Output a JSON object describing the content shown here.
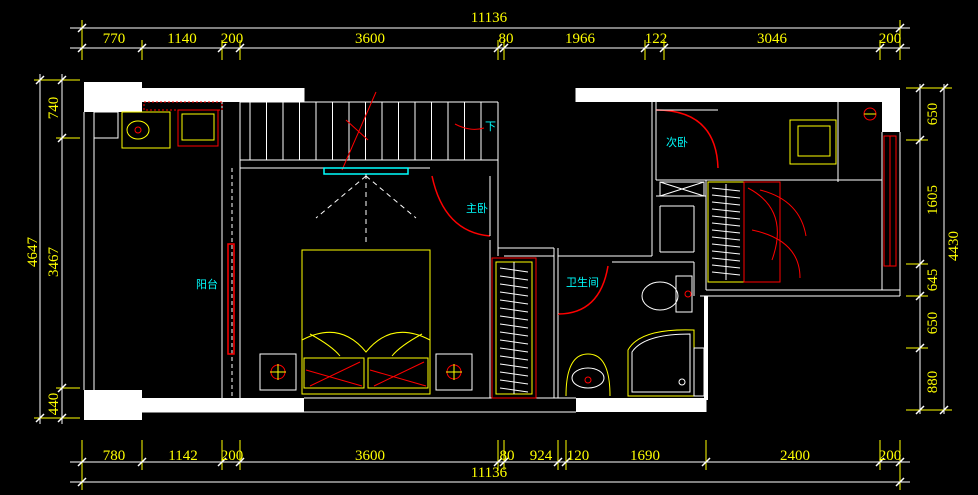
{
  "drawing": {
    "top_dims": {
      "total": "11136",
      "segments": [
        "770",
        "1140",
        "200",
        "3600",
        "80",
        "1966",
        "122",
        "3046",
        "200"
      ]
    },
    "bottom_dims": {
      "total": "11136",
      "segments": [
        "780",
        "1142",
        "200",
        "3600",
        "80",
        "924",
        "120",
        "1690",
        "2400",
        "200"
      ]
    },
    "left_dims": {
      "total": "4647",
      "segments": [
        "740",
        "3467",
        "440"
      ]
    },
    "right_dims": {
      "total": "4430",
      "segments": [
        "650",
        "1605",
        "645",
        "650",
        "880"
      ]
    },
    "rooms": {
      "balcony": "阳台",
      "master_bedroom": "主卧",
      "second_bedroom": "次卧",
      "bathroom": "卫生间",
      "stair_down": "下"
    },
    "colors": {
      "background": "#000000",
      "wall": "#ffffff",
      "dimension": "#ffff00",
      "furniture": "#ffff00",
      "door": "#ff0000",
      "label": "#00ffff",
      "hatch": "#ff0000"
    }
  }
}
